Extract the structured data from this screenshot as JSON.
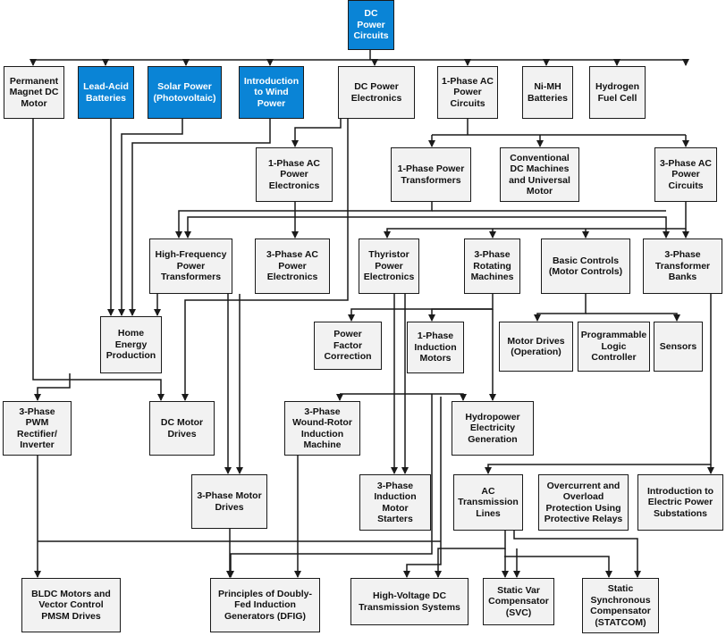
{
  "nodes": {
    "dc_power_circuits": "DC Power\nCircuits",
    "permanent_magnet_dc_motor": "Permanent\nMagnet DC\nMotor",
    "lead_acid_batteries": "Lead-Acid\nBatteries",
    "solar_power": "Solar Power\n(Photovoltaic)",
    "intro_wind_power": "Introduction\nto Wind\nPower",
    "dc_power_electronics": "DC Power\nElectronics",
    "one_phase_ac_power_circuits": "1-Phase AC\nPower\nCircuits",
    "ni_mh_batteries": "Ni-MH\nBatteries",
    "hydrogen_fuel_cell": "Hydrogen\nFuel Cell",
    "one_phase_ac_power_electronics": "1-Phase AC\nPower\nElectronics",
    "one_phase_power_transformers": "1-Phase Power\nTransformers",
    "conventional_dc_machines": "Conventional\nDC Machines\nand Universal\nMotor",
    "three_phase_ac_power_circuits": "3-Phase AC\nPower\nCircuits",
    "high_frequency_power_transformers": "High-Frequency\nPower\nTransformers",
    "three_phase_ac_power_electronics": "3-Phase AC\nPower\nElectronics",
    "thyristor_power_electronics": "Thyristor\nPower\nElectronics",
    "three_phase_rotating_machines": "3-Phase\nRotating\nMachines",
    "basic_controls": "Basic Controls\n(Motor Controls)",
    "three_phase_transformer_banks": "3-Phase\nTransformer\nBanks",
    "home_energy_production": "Home\nEnergy\nProduction",
    "power_factor_correction": "Power Factor\nCorrection",
    "one_phase_induction_motors": "1-Phase\nInduction\nMotors",
    "motor_drives_operation": "Motor Drives\n(Operation)",
    "programmable_logic_controller": "Programmable\nLogic\nController",
    "sensors": "Sensors",
    "three_phase_pwm_rectifier": "3-Phase PWM\nRectifier/\nInverter",
    "dc_motor_drives": "DC Motor\nDrives",
    "three_phase_wound_rotor": "3-Phase\nWound-Rotor\nInduction\nMachine",
    "hydropower_generation": "Hydropower\nElectricity\nGeneration",
    "three_phase_motor_drives": "3-Phase Motor\nDrives",
    "three_phase_induction_motor_starters": "3-Phase\nInduction\nMotor Starters",
    "ac_transmission_lines": "AC\nTransmission\nLines",
    "overcurrent_protection": "Overcurrent and\nOverload\nProtection Using\nProtective Relays",
    "intro_substations": "Introduction to\nElectric Power\nSubstations",
    "bldc_motors": "BLDC Motors and\nVector Control\nPMSM Drives",
    "doubly_fed_induction": "Principles of Doubly-\nFed Induction\nGenerators (DFIG)",
    "hvdc_transmission": "High-Voltage DC\nTransmission Systems",
    "static_var_compensator": "Static Var\nCompensator\n(SVC)",
    "statcom": "Static\nSynchronous\nCompensator\n(STATCOM)"
  },
  "colors": {
    "highlight": "#0a84d6",
    "box": "#f2f2f2",
    "line": "#1a1a1a"
  }
}
